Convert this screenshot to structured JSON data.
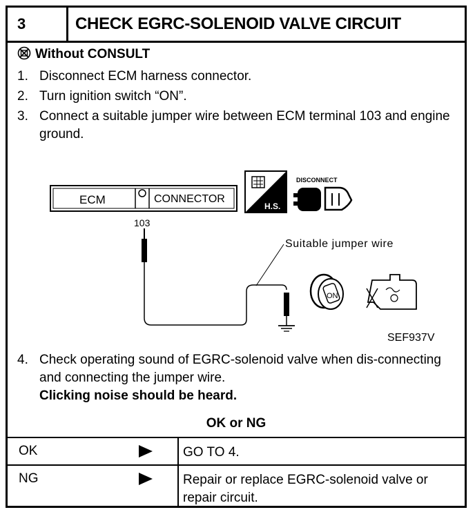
{
  "header": {
    "step_number": "3",
    "title": "CHECK EGRC-SOLENOID VALVE CIRCUIT"
  },
  "mode": {
    "icon": "no-consult-icon",
    "label": "Without CONSULT"
  },
  "steps": [
    {
      "num": "1.",
      "text": "Disconnect ECM harness connector."
    },
    {
      "num": "2.",
      "text": "Turn ignition switch “ON”."
    },
    {
      "num": "3.",
      "text": "Connect a suitable jumper wire between ECM terminal 103 and engine ground."
    }
  ],
  "diagram": {
    "ecm_label": "ECM",
    "connector_label": "CONNECTOR",
    "terminal": "103",
    "hs_label": "H.S.",
    "disconnect_label": "DISCONNECT",
    "ignition_label": "ON",
    "jumper_label": "Suitable jumper wire",
    "figure_code": "SEF937V"
  },
  "step4": {
    "num": "4.",
    "text": "Check operating sound of EGRC-solenoid valve when dis-connecting and connecting the jumper wire.",
    "emphasis": "Clicking noise should be heard."
  },
  "result_heading": "OK or NG",
  "results": [
    {
      "result": "OK",
      "action": "GO TO 4."
    },
    {
      "result": "NG",
      "action": "Repair or replace EGRC-solenoid valve or repair circuit."
    }
  ]
}
